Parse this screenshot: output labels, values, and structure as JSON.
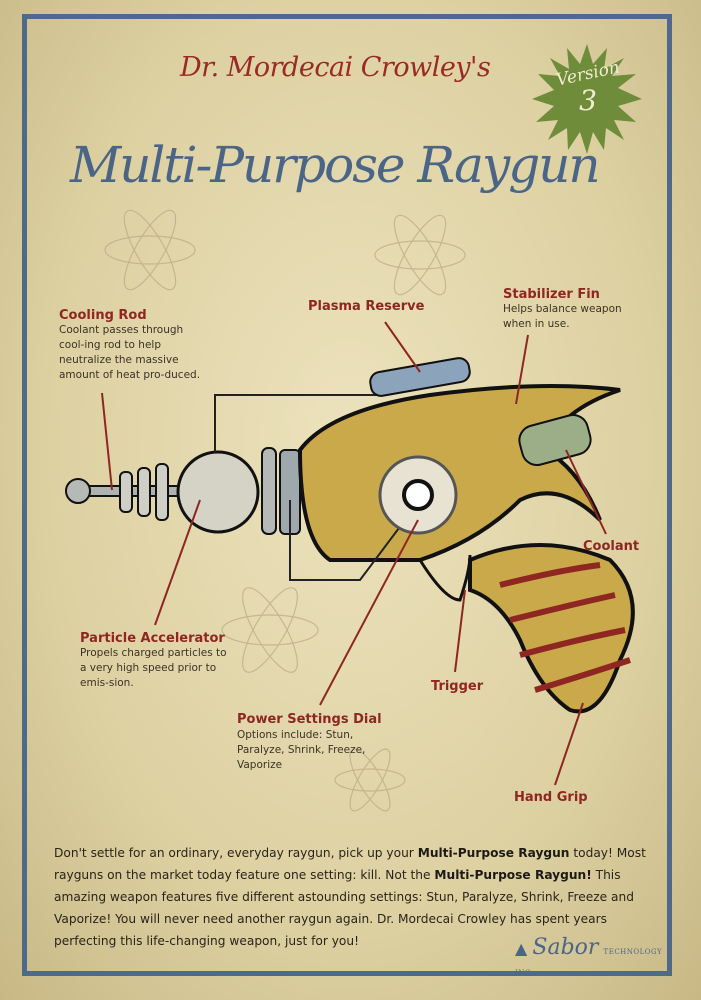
{
  "header": {
    "subtitle": "Dr. Mordecai Crowley's",
    "title": "Multi-Purpose Raygun",
    "badge": {
      "label": "Version",
      "number": "3"
    }
  },
  "callouts": [
    {
      "label": "Cooling Rod",
      "desc": "Coolant passes through cool-ing rod to help neutralize the massive amount of heat pro-duced."
    },
    {
      "label": "Plasma Reserve"
    },
    {
      "label": "Stabilizer Fin",
      "desc": "Helps balance weapon when in use."
    },
    {
      "label": "Coolant"
    },
    {
      "label": "Particle Accelerator",
      "desc": "Propels charged particles to a very high speed prior to emis-sion."
    },
    {
      "label": "Trigger"
    },
    {
      "label": "Power Settings Dial",
      "desc": "Options include: Stun, Paralyze, Shrink, Freeze, Vaporize"
    },
    {
      "label": "Hand Grip"
    }
  ],
  "body": {
    "p1": "Don't settle for an ordinary, everyday raygun, pick up your ",
    "b1": "Multi-Purpose Raygun",
    "p2": " today! Most rayguns on the market today feature one setting: kill. Not the ",
    "b2": "Multi-Purpose Raygun!",
    "p3": " This amazing weapon features five different astounding settings: Stun, Paralyze, Shrink, Freeze and Vaporize! You will never need another raygun again. Dr. Mordecai Crowley has spent years perfecting this life-changing weapon, just for you!"
  },
  "logo": {
    "name": "Sabor",
    "tagline": "TECHNOLOGY INC."
  },
  "colors": {
    "red": "#8e2622",
    "blue": "#4b6586",
    "paper": "#e3d8ad",
    "gun": "#c9a94a"
  }
}
